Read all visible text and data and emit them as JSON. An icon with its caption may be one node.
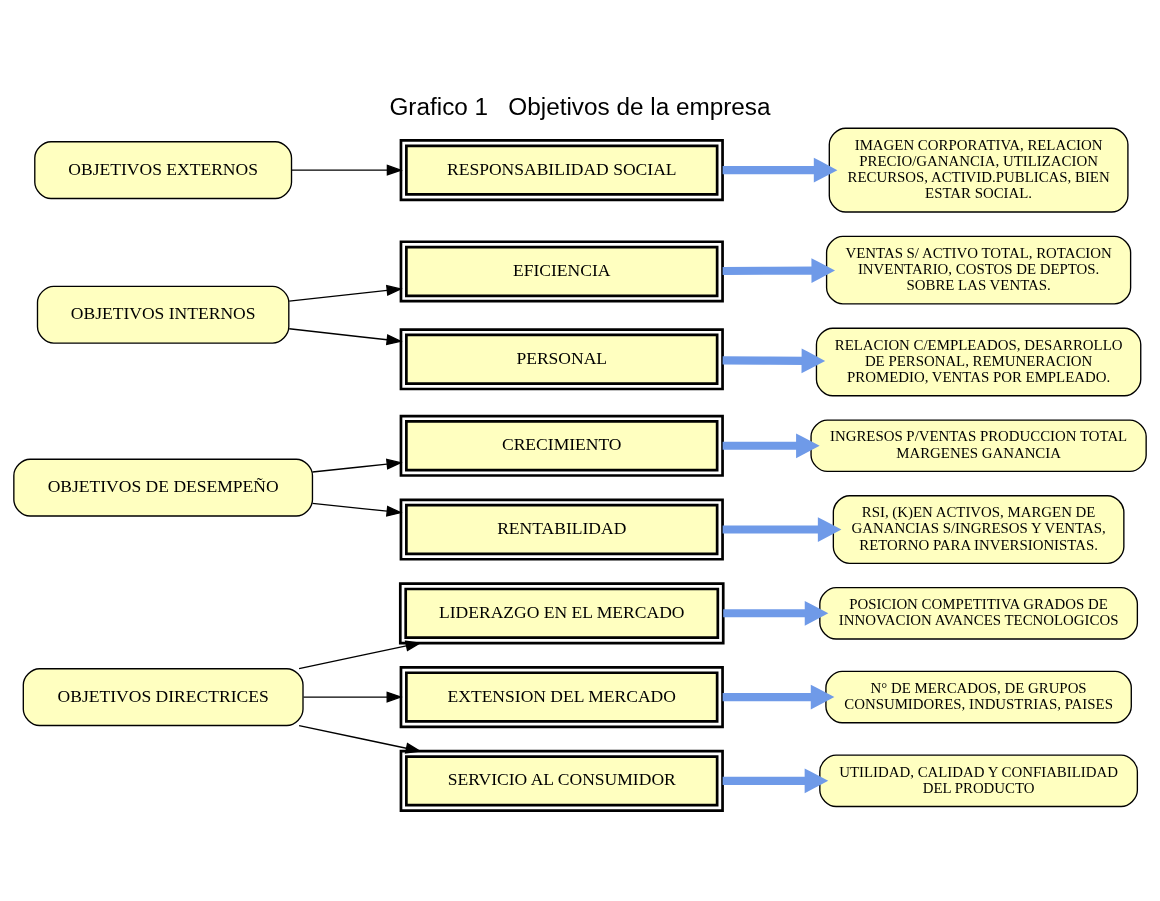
{
  "diagram": {
    "title": "Grafico 1   Objetivos de la empresa",
    "nodes": [
      {
        "text": [
          "OBJETIVOS DIRECTRICES"
        ]
      },
      {
        "text": [
          "OBJETIVOS DE DESEMPEÑO"
        ]
      },
      {
        "text": [
          "OBJETIVOS INTERNOS"
        ]
      },
      {
        "text": [
          "OBJETIVOS EXTERNOS"
        ]
      },
      {
        "text": [
          "LIDERAZGO EN EL MERCADO"
        ]
      },
      {
        "text": [
          "EXTENSION DEL MERCADO"
        ]
      },
      {
        "text": [
          "SERVICIO AL CONSUMIDOR"
        ]
      },
      {
        "text": [
          "CRECIMIENTO"
        ]
      },
      {
        "text": [
          "RENTABILIDAD"
        ]
      },
      {
        "text": [
          "EFICIENCIA"
        ]
      },
      {
        "text": [
          "PERSONAL"
        ]
      },
      {
        "text": [
          "RESPONSABILIDAD SOCIAL"
        ]
      },
      {
        "text": [
          "POSICION COMPETITIVA GRADOS DE INNOVACION AVANCES TECNOLOGICOS"
        ]
      },
      {
        "text": [
          "N° DE MERCADOS, DE GRUPOS CONSUMIDORES, INDUSTRIAS, PAISES"
        ]
      },
      {
        "text": [
          "UTILIDAD, CALIDAD Y CONFIABILIDAD DEL PRODUCTO"
        ]
      },
      {
        "text": [
          "INGRESOS P/VENTAS PRODUCCION TOTAL MARGENES GANANCIA"
        ]
      },
      {
        "text": [
          "RSI, (K)EN ACTIVOS, MARGEN DE GANANCIAS S/INGRESOS Y VENTAS, RETORNO PARA INVERSIONISTAS."
        ]
      },
      {
        "text": [
          "VENTAS S/ ACTIVO TOTAL, ROTACION INVENTARIO, COSTOS DE DEPTOS. SOBRE LAS VENTAS."
        ]
      },
      {
        "text": [
          "RELACION C/EMPLEADOS, DESARROLLO DE PERSONAL, REMUNERACION PROMEDIO, VENTAS POR EMPLEADO."
        ]
      },
      {
        "text": [
          "IMAGEN CORPORATIVA, RELACION PRECIO/GANANCIA, UTILIZACION RECURSOS, ACTIVID.PUBLICAS, BIEN ESTAR SOCIAL."
        ]
      }
    ],
    "edges": [
      {
        "from": 0,
        "to": 4,
        "arrow": "to"
      },
      {
        "from": 0,
        "to": 5,
        "arrow": "to"
      },
      {
        "from": 0,
        "to": 6,
        "arrow": "to"
      },
      {
        "from": 1,
        "to": 7,
        "arrow": "to"
      },
      {
        "from": 1,
        "to": 8,
        "arrow": "to"
      },
      {
        "from": 2,
        "to": 9,
        "arrow": "to"
      },
      {
        "from": 2,
        "to": 10,
        "arrow": "to"
      },
      {
        "from": 3,
        "to": 11,
        "arrow": "to"
      },
      {
        "from": 4,
        "to": 12,
        "arrow": "to",
        "style": "thick",
        "color": "#6f9ae8"
      },
      {
        "from": 5,
        "to": 13,
        "arrow": "to",
        "style": "thick",
        "color": "#6f9ae8"
      },
      {
        "from": 6,
        "to": 14,
        "arrow": "to",
        "style": "thick",
        "color": "#6f9ae8"
      },
      {
        "from": 7,
        "to": 15,
        "arrow": "to",
        "style": "thick",
        "color": "#6f9ae8"
      },
      {
        "from": 8,
        "to": 16,
        "arrow": "to",
        "style": "thick",
        "color": "#6f9ae8"
      },
      {
        "from": 9,
        "to": 17,
        "arrow": "to",
        "style": "thick",
        "color": "#6f9ae8"
      },
      {
        "from": 10,
        "to": 18,
        "arrow": "to",
        "style": "thick",
        "color": "#6f9ae8"
      },
      {
        "from": 11,
        "to": 19,
        "arrow": "to",
        "style": "thick",
        "color": "#6f9ae8"
      }
    ]
  }
}
